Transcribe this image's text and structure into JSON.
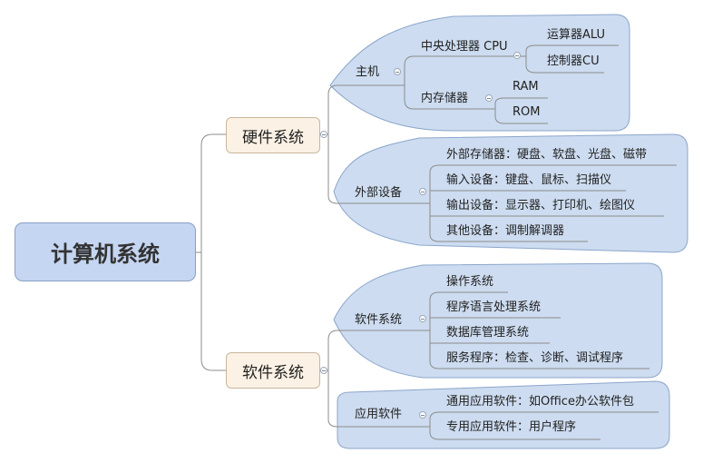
{
  "root": {
    "label": "计算机系统"
  },
  "hardware": {
    "label": "硬件系统",
    "host": {
      "label": "主机",
      "cpu": {
        "label": "中央处理器 CPU",
        "children": [
          "运算器ALU",
          "控制器CU"
        ]
      },
      "memory": {
        "label": "内存储器",
        "children": [
          "RAM",
          "ROM"
        ]
      }
    },
    "peripherals": {
      "label": "外部设备",
      "items": [
        "外部存储器：硬盘、软盘、光盘、磁带",
        "输入设备：键盘、鼠标、扫描仪",
        "输出设备：显示器、打印机、绘图仪",
        "其他设备：调制解调器"
      ]
    }
  },
  "software": {
    "label": "软件系统",
    "system_software": {
      "label": "软件系统",
      "items": [
        "操作系统",
        "程序语言处理系统",
        "数据库管理系统",
        "服务程序：检查、诊断、调试程序"
      ]
    },
    "application_software": {
      "label": "应用软件",
      "items": [
        "通用应用软件：如Office办公软件包",
        "专用应用软件：用户程序"
      ]
    }
  },
  "colors": {
    "root_fill": "#c5d6f2",
    "branch_fill": "#fbf1e4",
    "boundary_fill": "#cddcf0",
    "line": "#8c8c8c"
  }
}
